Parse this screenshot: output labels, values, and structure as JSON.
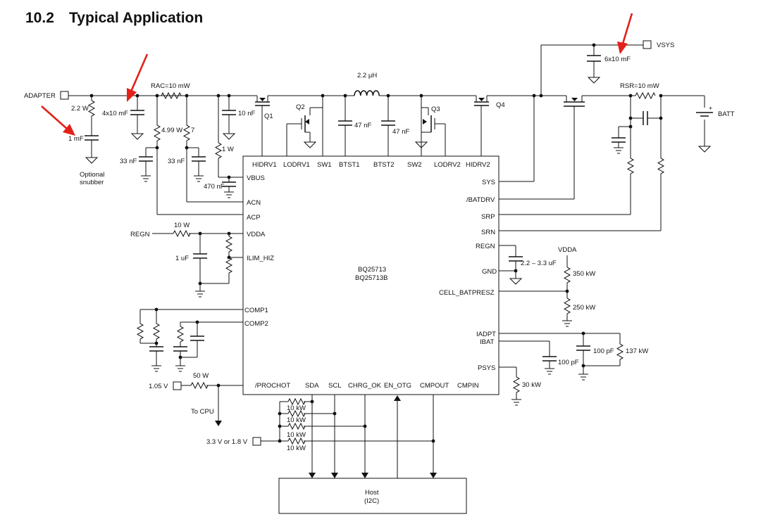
{
  "section": {
    "number": "10.2",
    "title": "Typical Application"
  },
  "ic": {
    "name": "BQ25713",
    "name2": "BQ25713B"
  },
  "pins": {
    "top": [
      "HIDRV1",
      "LODRV1",
      "SW1",
      "BTST1",
      "BTST2",
      "SW2",
      "LODRV2",
      "HIDRV2"
    ],
    "left": [
      "VBUS",
      "ACN",
      "ACP",
      "VDDA",
      "ILIM_HIZ",
      "COMP1",
      "COMP2",
      "/PROCHOT"
    ],
    "right": [
      "SYS",
      "/BATDRV",
      "SRP",
      "SRN",
      "REGN",
      "GND",
      "CELL_BATPRESZ",
      "IADPT",
      "IBAT",
      "PSYS"
    ],
    "bottom": [
      "SDA",
      "SCL",
      "CHRG_OK",
      "EN_OTG",
      "CMPOUT",
      "CMPIN"
    ]
  },
  "labels": {
    "adapter": "ADAPTER",
    "vsys": "VSYS",
    "batt": "BATT",
    "rac": "RAC=10 mW",
    "rsr": "RSR=10 mW",
    "inductor": "2.2 µH",
    "c_in": "4x10 mF",
    "c_sys": "6x10 mF",
    "r_snub": "2.2 W",
    "c_snub": "1 mF",
    "snubber1": "Optional",
    "snubber2": "snubber",
    "r_4p99": "4.99 W",
    "r_7": "7",
    "c_33a": "33 nF",
    "c_33b": "33 nF",
    "c_10n": "10 nF",
    "r_1": "1 W",
    "c_470": "470 nF",
    "q1": "Q1",
    "q2": "Q2",
    "q3": "Q3",
    "q4": "Q4",
    "c_47a": "47 nF",
    "c_47b": "47 nF",
    "regn_in": "REGN",
    "r_10": "10 W",
    "c_1u": "1 uF",
    "c_regn": "2.2 – 3.3 uF",
    "vdda": "VDDA",
    "r_350": "350 kW",
    "r_250": "250 kW",
    "c_100a": "100 pF",
    "r_137": "137 kW",
    "c_100b": "100 pF",
    "r_30": "30 kW",
    "v105": "1.05 V",
    "r_50": "50 W",
    "to_cpu": "To CPU",
    "v33": "3.3 V or 1.8 V",
    "r_pu1": "10 kW",
    "r_pu2": "10 kW",
    "r_pu3": "10 kW",
    "r_pu4": "10 kW",
    "host": "Host",
    "host_sub": "(I2C)"
  }
}
